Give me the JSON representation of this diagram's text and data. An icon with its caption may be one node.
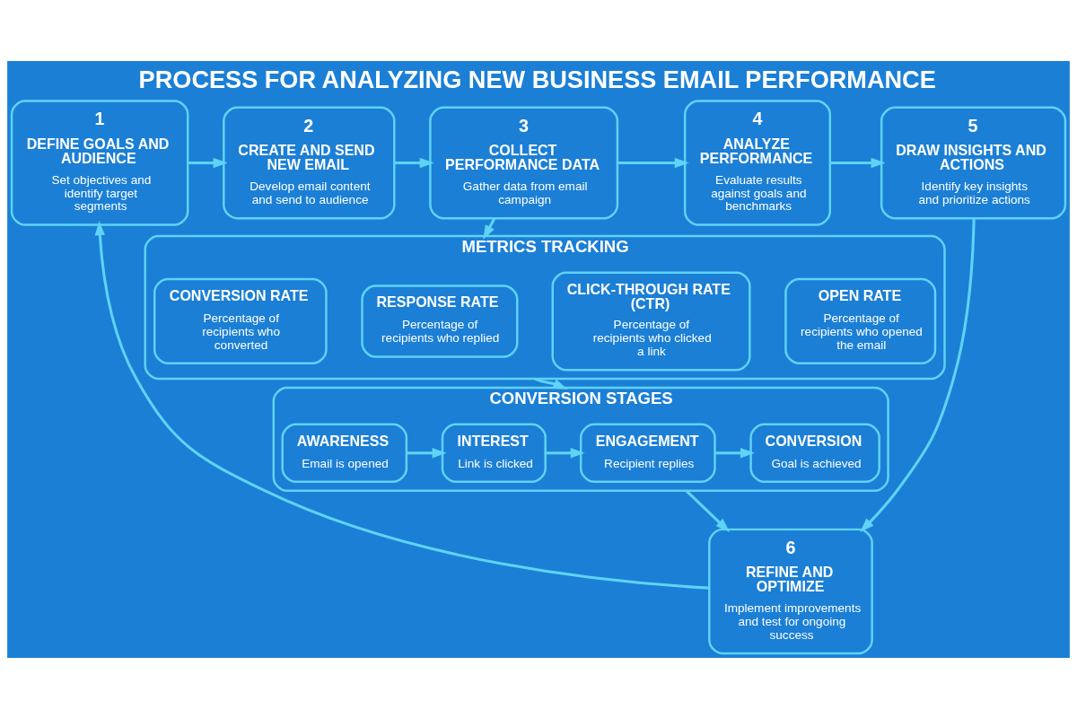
{
  "diagram": {
    "title": "PROCESS FOR ANALYZING NEW BUSINESS EMAIL PERFORMANCE",
    "nodes": [
      {
        "text": [
          "1",
          "DEFINE GOALS AND AUDIENCE",
          "Set objectives and identify target segments"
        ]
      },
      {
        "text": [
          "2",
          "CREATE AND SEND NEW EMAIL",
          "Develop email content and send to audience"
        ]
      },
      {
        "text": [
          "3",
          "COLLECT PERFORMANCE DATA",
          "Gather data from email campaign"
        ]
      },
      {
        "text": [
          "4",
          "ANALYZE PERFORMANCE",
          "Evaluate results against goals and benchmarks"
        ]
      },
      {
        "text": [
          "5",
          "DRAW INSIGHTS AND ACTIONS",
          "Identify key insights and prioritize actions"
        ]
      },
      {
        "text": [
          "METRICS TRACKING"
        ]
      },
      {
        "text": [
          "OPEN RATE",
          "Percentage of recipients who opened the email"
        ],
        "in": 5
      },
      {
        "text": [
          "CLICK-THROUGH RATE (CTR)",
          "Percentage of recipients who clicked a link"
        ],
        "in": 5
      },
      {
        "text": [
          "RESPONSE RATE",
          "Percentage of recipients who replied"
        ],
        "in": 5
      },
      {
        "text": [
          "CONVERSION RATE",
          "Percentage of recipients who converted"
        ],
        "in": 5
      },
      {
        "text": [
          "CONVERSION STAGES"
        ]
      },
      {
        "text": [
          "AWARENESS",
          "Email is opened"
        ],
        "in": 10
      },
      {
        "text": [
          "INTEREST",
          "Link is clicked"
        ],
        "in": 10
      },
      {
        "text": [
          "ENGAGEMENT",
          "Recipient replies"
        ],
        "in": 10
      },
      {
        "text": [
          "CONVERSION",
          "Goal is achieved"
        ],
        "in": 10
      },
      {
        "text": [
          "6",
          "REFINE AND OPTIMIZE",
          "Implement improvements and test for ongoing success"
        ]
      }
    ],
    "edges": [
      {
        "from": 0,
        "to": 1,
        "arrow": "to"
      },
      {
        "from": 1,
        "to": 2,
        "arrow": "to"
      },
      {
        "from": 2,
        "to": 3,
        "arrow": "to"
      },
      {
        "from": 3,
        "to": 4,
        "arrow": "to"
      },
      {
        "from": 2,
        "to": 5,
        "arrow": "to"
      },
      {
        "from": 5,
        "to": 10,
        "arrow": "to"
      },
      {
        "from": 11,
        "to": 12,
        "arrow": "to"
      },
      {
        "from": 12,
        "to": 13,
        "arrow": "to"
      },
      {
        "from": 13,
        "to": 14,
        "arrow": "to"
      },
      {
        "from": 10,
        "to": 15,
        "arrow": "to"
      },
      {
        "from": 4,
        "to": 15,
        "arrow": "to"
      },
      {
        "from": 15,
        "to": 0,
        "arrow": "to"
      }
    ]
  }
}
